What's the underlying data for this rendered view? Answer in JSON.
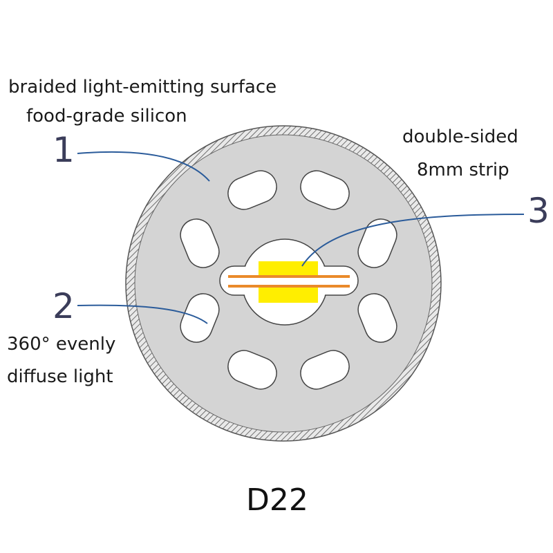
{
  "labels": {
    "line1": "braided light-emitting surface",
    "line2": "food-grade silicon",
    "line3": "double-sided",
    "line4": "8mm strip",
    "line5": "360° evenly",
    "line6": "diffuse light"
  },
  "callouts": {
    "one": "1",
    "two": "2",
    "three": "3"
  },
  "title": "D22",
  "colors": {
    "silicone": "#d4d4d4",
    "braid": "#7a7a7a",
    "leader": "#2a5b9a",
    "led": "#ffee00",
    "pcb": "#ea8a2a"
  }
}
